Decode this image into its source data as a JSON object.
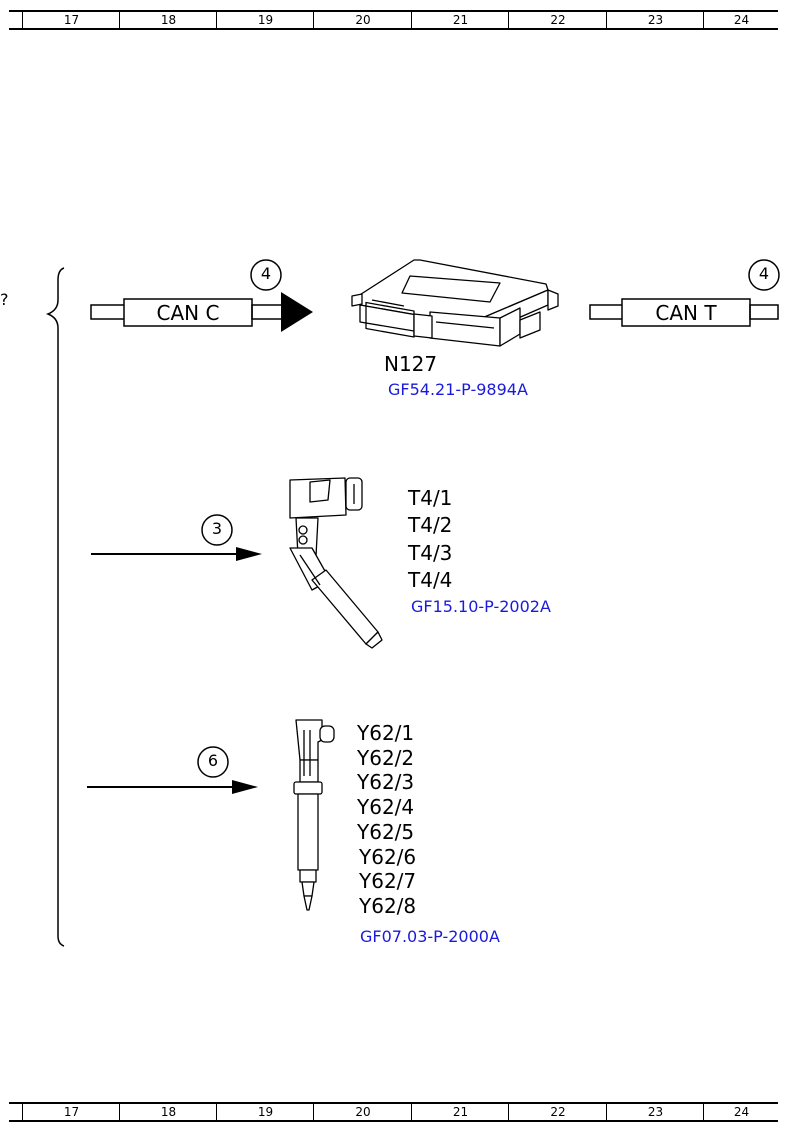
{
  "ruler": {
    "numbers": [
      "17",
      "18",
      "19",
      "20",
      "21",
      "22",
      "23",
      "24"
    ]
  },
  "edge_mark": "?",
  "module": {
    "can_in": "CAN C",
    "can_out": "CAN T",
    "callout_in": "4",
    "callout_out": "4",
    "id": "N127",
    "ref": "GF54.21-P-9894A"
  },
  "pump_group": {
    "callout": "3",
    "labels": [
      "T4/1",
      "T4/2",
      "T4/3",
      "T4/4"
    ],
    "ref": "GF15.10-P-2002A"
  },
  "injector_group": {
    "callout": "6",
    "labels": [
      "Y62/1",
      "Y62/2",
      "Y62/3",
      "Y62/4",
      "Y62/5",
      "Y62/6",
      "Y62/7",
      "Y62/8"
    ],
    "ref": "GF07.03-P-2000A"
  }
}
